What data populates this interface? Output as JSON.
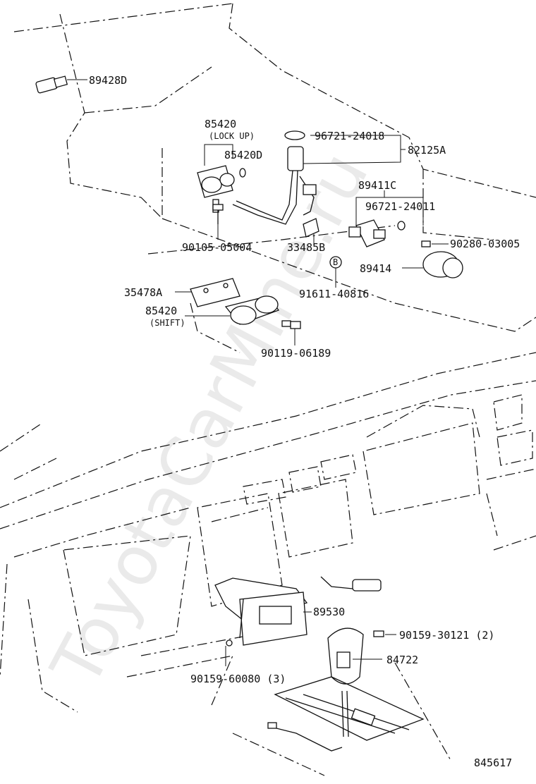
{
  "watermark": "ToyotaCarMine.ru",
  "diagram_id": "845617",
  "callouts": {
    "p89428D": "89428D",
    "p85420_top": "85420",
    "lock_up": "(LOCK UP)",
    "p85420D": "85420D",
    "p96721_24018": "96721-24018",
    "p82125A": "82125A",
    "p89411C": "89411C",
    "p96721_24011": "96721-24011",
    "p90280_03005": "90280-03005",
    "p90105_05004": "90105-05004",
    "p33485B": "33485B",
    "p89414": "89414",
    "circle_b": "B",
    "p35478A": "35478A",
    "p91611_40816": "91611-40816",
    "p85420_shift": "85420",
    "shift": "(SHIFT)",
    "p90119_06189": "90119-06189",
    "p89530": "89530",
    "p90159_30121": "90159-30121 (2)",
    "p84722": "84722",
    "p90159_60080": "90159-60080 (3)"
  }
}
